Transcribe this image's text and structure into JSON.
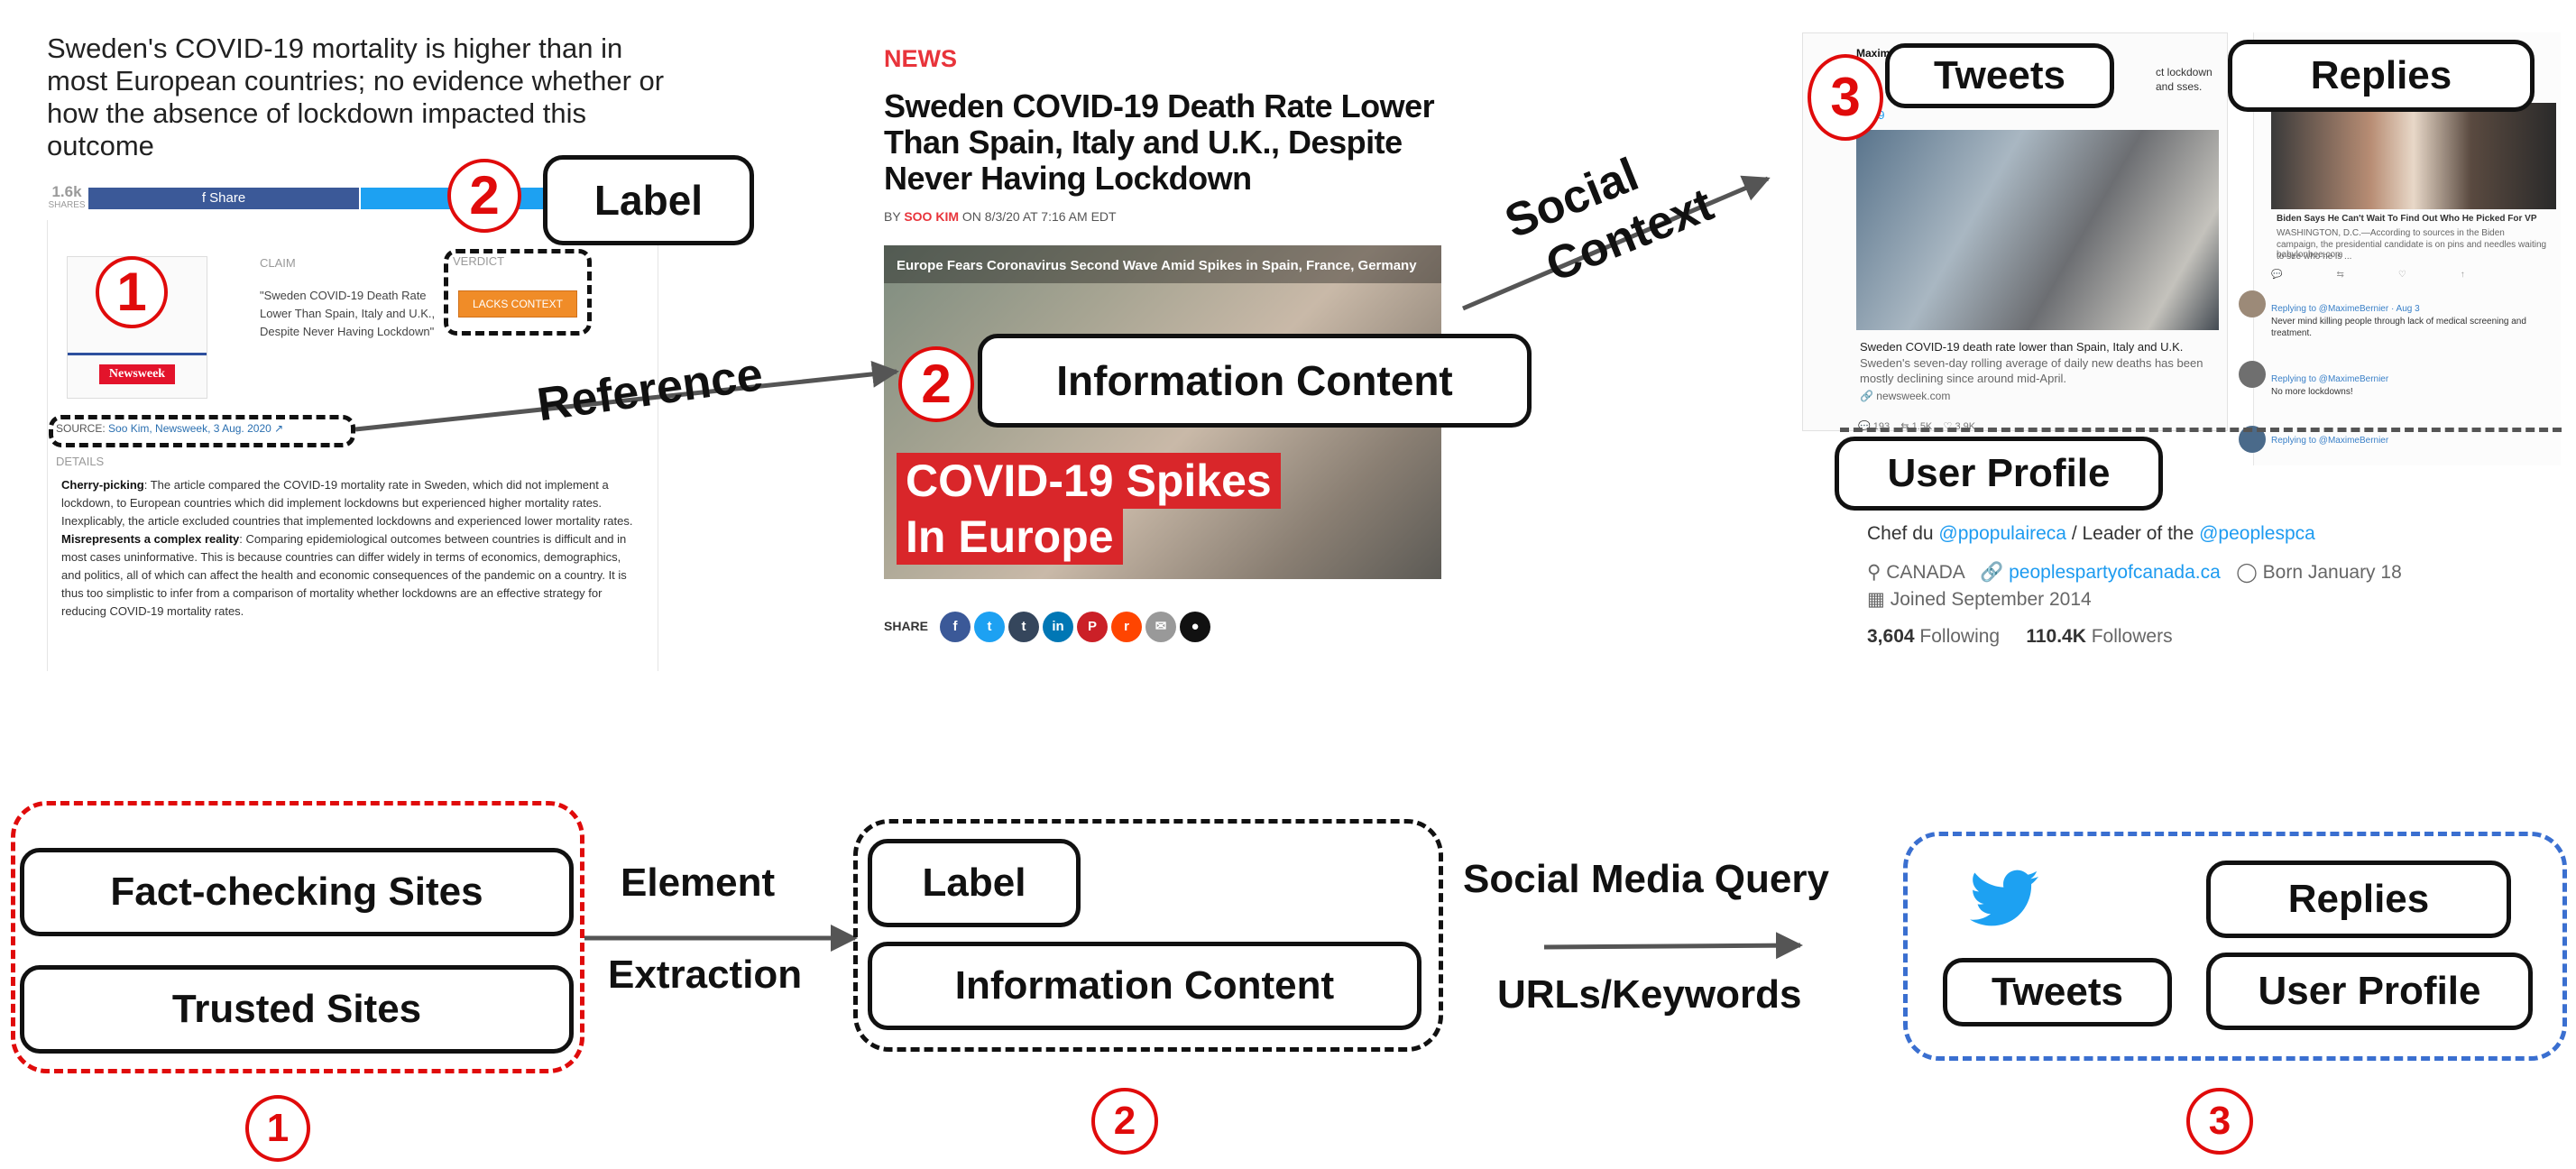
{
  "panel1": {
    "title": "Sweden's COVID-19 mortality is higher than in most European countries; no evidence whether or how the absence of lockdown impacted this outcome",
    "shares_count": "1.6k",
    "shares_label": "SHARES",
    "share_button": "f  Share",
    "newsweek_logo": "Newsweek",
    "claim_label": "CLAIM",
    "claim_text": "\"Sweden COVID-19 Death Rate Lower Than Spain, Italy and U.K., Despite Never Having Lockdown\"",
    "verdict_label": "VERDICT",
    "verdict_badge": "LACKS CONTEXT",
    "source_prefix": "SOURCE:",
    "source_link": "Soo Kim, Newsweek, 3 Aug. 2020",
    "details_label": "DETAILS",
    "details_1_head": "Cherry-picking",
    "details_1_body": ": The article compared the COVID-19 mortality rate in Sweden, which did not implement a lockdown, to European countries which did implement lockdowns but experienced higher mortality rates. Inexplicably, the article excluded countries that implemented lockdowns and experienced lower mortality rates.",
    "details_2_head": "Misrepresents a complex reality",
    "details_2_body": ": Comparing epidemiological outcomes between countries is difficult and in most cases uninformative. This is because countries can differ widely in terms of economics, demographics, and politics, all of which can affect the health and economic consequences of the pandemic on a country. It is thus too simplistic to infer from a comparison of mortality whether lockdowns are an effective strategy for reducing COVID-19 mortality rates."
  },
  "panel2": {
    "category": "NEWS",
    "title": "Sweden COVID-19 Death Rate Lower Than Spain, Italy and U.K., Despite Never Having Lockdown",
    "byline_prefix": "BY",
    "author": "SOO KIM",
    "byline_suffix": "ON 8/3/20 AT 7:16 AM EDT",
    "image_caption": "Europe Fears Coronavirus Second Wave Amid Spikes in Spain, France, Germany",
    "spikes_line1": "COVID-19 Spikes",
    "spikes_line2": "In Europe",
    "share_label": "SHARE"
  },
  "panel3": {
    "tweet_name_fragment": "Maxim",
    "tweet_text_fragment": "ct lockdown and sses.",
    "tweet_hashtag_fragment": "ID19",
    "tweet_card_title": "Sweden COVID-19 death rate lower than Spain, Italy and U.K.",
    "tweet_card_desc": "Sweden's seven-day rolling average of daily new deaths has been mostly declining since around mid-April.",
    "tweet_card_domain": "newsweek.com",
    "tweet_stat_replies": "193",
    "tweet_stat_retweets": "1.5K",
    "tweet_stat_likes": "3.9K",
    "reply_card_title": "Biden Says He Can't Wait To Find Out Who He Picked For VP",
    "reply_card_desc": "WASHINGTON, D.C.—According to sources in the Biden campaign, the presidential candidate is on pins and needles waiting to see who he is ...",
    "reply_card_domain": "babylonbee.com",
    "reply1_meta": "Replying to @MaximeBernier · Aug 3",
    "reply1_text": "Never mind killing people through lack of medical screening and treatment.",
    "reply2_meta": "Replying to @MaximeBernier",
    "reply2_text": "No more lockdowns!",
    "reply3_meta": "Replying to @MaximeBernier",
    "profile_bio_prefix": "Chef du",
    "profile_bio_link1": "@ppopulaireca",
    "profile_bio_mid": "/ Leader of the",
    "profile_bio_link2": "@peoplespca",
    "profile_location": "CANADA",
    "profile_website": "peoplespartyofcanada.ca",
    "profile_born": "Born January 18",
    "profile_joined": "Joined September 2014",
    "following_count": "3,604",
    "following_label": "Following",
    "followers_count": "110.4K",
    "followers_label": "Followers"
  },
  "overlays": {
    "label": "Label",
    "reference": "Reference",
    "info_content": "Information Content",
    "social_context_1": "Social",
    "social_context_2": "Context",
    "tweets": "Tweets",
    "replies": "Replies",
    "user_profile": "User Profile",
    "num1": "1",
    "num2": "2",
    "num3": "3"
  },
  "flow": {
    "fact_checking_sites": "Fact-checking Sites",
    "trusted_sites": "Trusted Sites",
    "element": "Element",
    "extraction": "Extraction",
    "label": "Label",
    "information_content": "Information Content",
    "social_media_query": "Social Media Query",
    "urls_keywords": "URLs/Keywords",
    "replies": "Replies",
    "tweets": "Tweets",
    "user_profile": "User Profile",
    "num1": "1",
    "num2": "2",
    "num3": "3"
  },
  "colors": {
    "red": "#e00b0b",
    "blue_dash": "#3a6fd0",
    "twitter_blue": "#1da1f2",
    "news_red": "#e8343b",
    "verdict_orange": "#f08c28"
  }
}
